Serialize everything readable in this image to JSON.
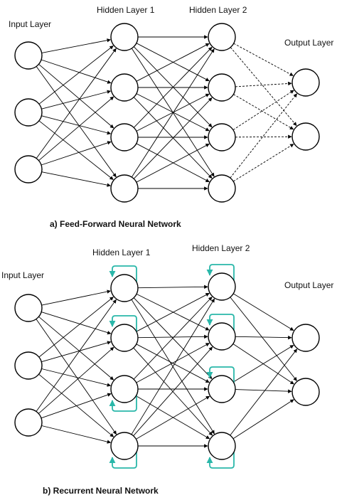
{
  "colors": {
    "neuron_stroke": "#000000",
    "edge": "#000000",
    "recurrent_loop": "#2ab7a9",
    "background": "#ffffff"
  },
  "networks": [
    {
      "id": "ffnn",
      "caption": "a) Feed-Forward Neural Network",
      "layers": [
        {
          "label": "Input Layer",
          "neurons": 3
        },
        {
          "label": "Hidden Layer 1",
          "neurons": 4
        },
        {
          "label": "Hidden Layer 2",
          "neurons": 4
        },
        {
          "label": "Output Layer",
          "neurons": 2
        }
      ],
      "recurrent": false
    },
    {
      "id": "rnn",
      "caption": "b) Recurrent Neural Network",
      "layers": [
        {
          "label": "Input Layer",
          "neurons": 3
        },
        {
          "label": "Hidden Layer 1",
          "neurons": 4
        },
        {
          "label": "Hidden Layer 2",
          "neurons": 4
        },
        {
          "label": "Output Layer",
          "neurons": 2
        }
      ],
      "recurrent": true
    }
  ]
}
